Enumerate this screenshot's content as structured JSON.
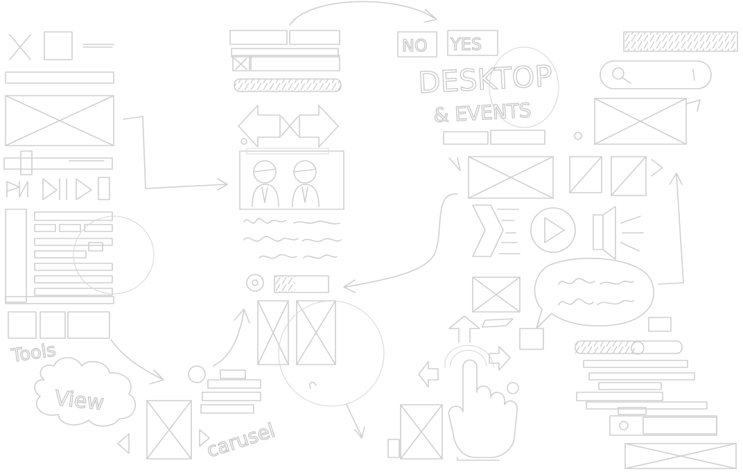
{
  "labels": {
    "no": "NO",
    "yes": "YES",
    "desktop": "DESKTOP",
    "events": "& EVENTS",
    "tools": "Tools",
    "view": "View",
    "carousel": "carusel"
  },
  "colors": {
    "background": "#ffffff",
    "stroke": "#cfcfcf"
  }
}
